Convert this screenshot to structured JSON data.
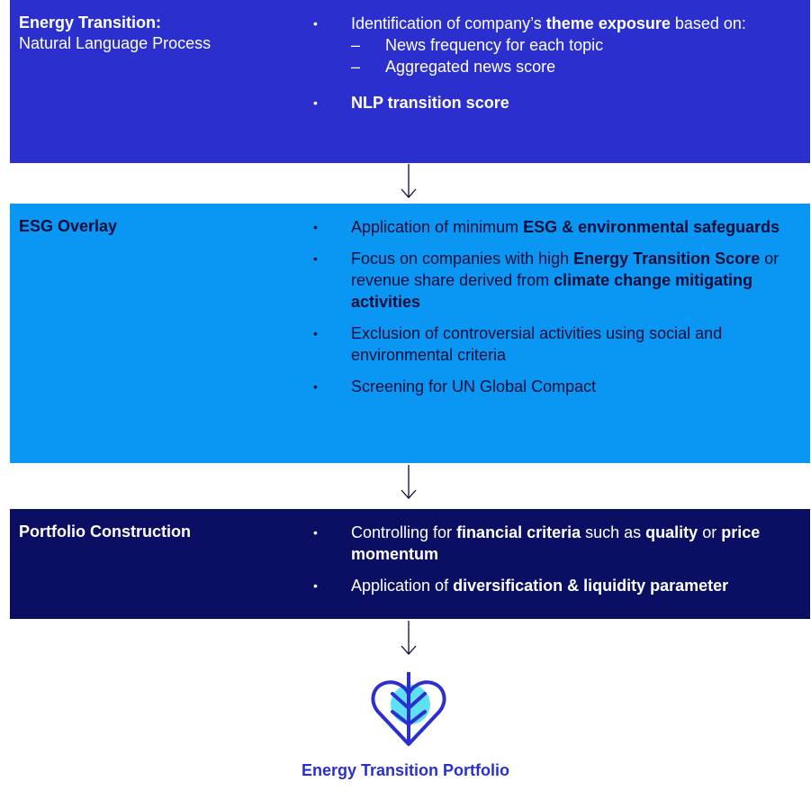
{
  "blocks": [
    {
      "title": "Energy Transition:",
      "subtitle": "Natural Language Process",
      "bullets": [
        {
          "parts": [
            {
              "text": "Identification of company’s ",
              "bold": false
            },
            {
              "text": "theme exposure",
              "bold": true
            },
            {
              "text": " based on:",
              "bold": false
            }
          ],
          "subitems": [
            "News frequency for each topic",
            "Aggregated news score"
          ]
        },
        {
          "parts": [
            {
              "text": "NLP transition score",
              "bold": true
            }
          ]
        }
      ]
    },
    {
      "title": "ESG Overlay",
      "subtitle": "",
      "bullets": [
        {
          "parts": [
            {
              "text": "Application of minimum ",
              "bold": false
            },
            {
              "text": "ESG & environmental safeguards",
              "bold": true
            }
          ]
        },
        {
          "parts": [
            {
              "text": "Focus on companies with high ",
              "bold": false
            },
            {
              "text": "Energy Transition Score",
              "bold": true
            },
            {
              "text": " or revenue share derived from ",
              "bold": false
            },
            {
              "text": "climate change mitigating activities",
              "bold": true
            }
          ]
        },
        {
          "parts": [
            {
              "text": "Exclusion of controversial activities using social and environmental criteria",
              "bold": false
            }
          ]
        },
        {
          "parts": [
            {
              "text": "Screening for UN Global Compact",
              "bold": false
            }
          ]
        }
      ]
    },
    {
      "title": "Portfolio Construction",
      "subtitle": "",
      "bullets": [
        {
          "parts": [
            {
              "text": "Controlling for ",
              "bold": false
            },
            {
              "text": "financial criteria",
              "bold": true
            },
            {
              "text": " such as ",
              "bold": false
            },
            {
              "text": "quality",
              "bold": true
            },
            {
              "text": " or ",
              "bold": false
            },
            {
              "text": "price momentum",
              "bold": true
            }
          ]
        },
        {
          "parts": [
            {
              "text": "Application of ",
              "bold": false
            },
            {
              "text": "diversification & liquidity parameter",
              "bold": true
            }
          ]
        }
      ]
    }
  ],
  "footer_label": "Energy Transition Portfolio",
  "logo_icon": "heart-leaf-icon",
  "colors": {
    "block1": "#2a2fce",
    "block2": "#0a97f3",
    "block3": "#0a0f63",
    "accent": "#2a2fce",
    "logo_fill": "#5fe0f5"
  }
}
